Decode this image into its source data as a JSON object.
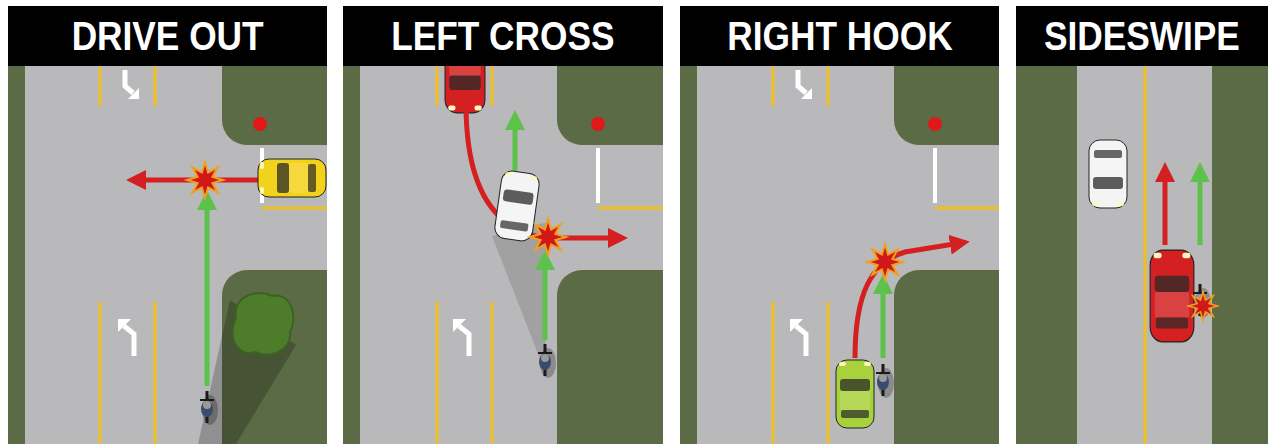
{
  "diagram": {
    "nodes": [
      {
        "text": [
          "DRIVE OUT"
        ]
      },
      {
        "text": [
          "LEFT CROSS"
        ]
      },
      {
        "text": [
          "RIGHT HOOK"
        ]
      },
      {
        "text": [
          "SIDESWIPE"
        ]
      }
    ]
  }
}
